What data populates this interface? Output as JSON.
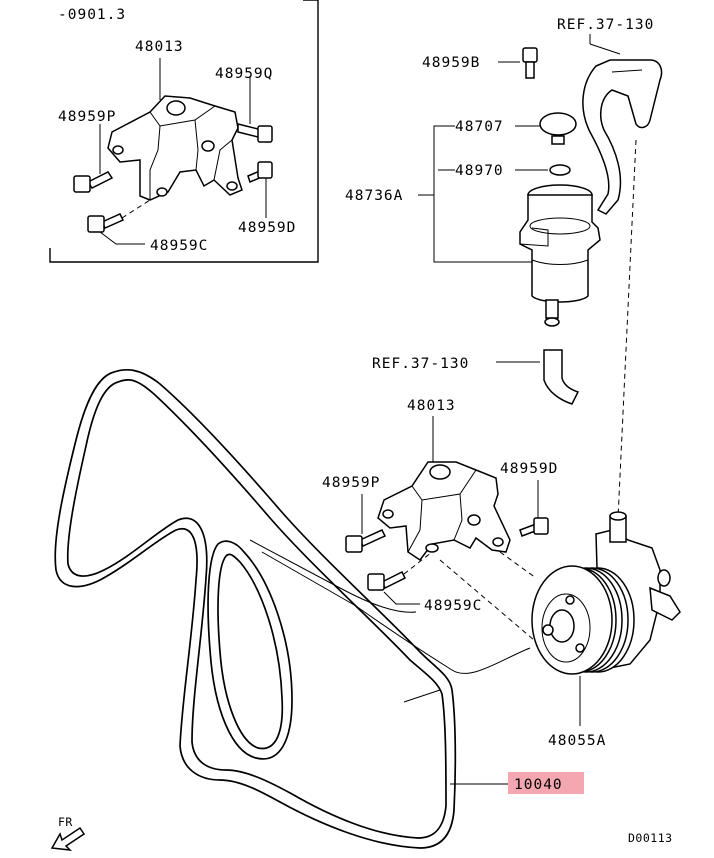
{
  "inset": {
    "serial_note": "-0901.3",
    "labels": {
      "bracket": "48013",
      "bolt_q": "48959Q",
      "bolt_p": "48959P",
      "bolt_d": "48959D",
      "bolt_c": "48959C"
    }
  },
  "main": {
    "labels": {
      "ref_top": "REF.37-130",
      "bolt_b": "48959B",
      "cap": "48707",
      "oring": "48970",
      "reservoir": "48736A",
      "ref_mid": "REF.37-130",
      "bracket": "48013",
      "bolt_p": "48959P",
      "bolt_d": "48959D",
      "bolt_c": "48959C",
      "pump": "48055A",
      "belt": "10040"
    },
    "highlight_color": "#f4a7b0"
  },
  "footer": {
    "fr_label": "FR",
    "diagram_code": "D00113"
  }
}
